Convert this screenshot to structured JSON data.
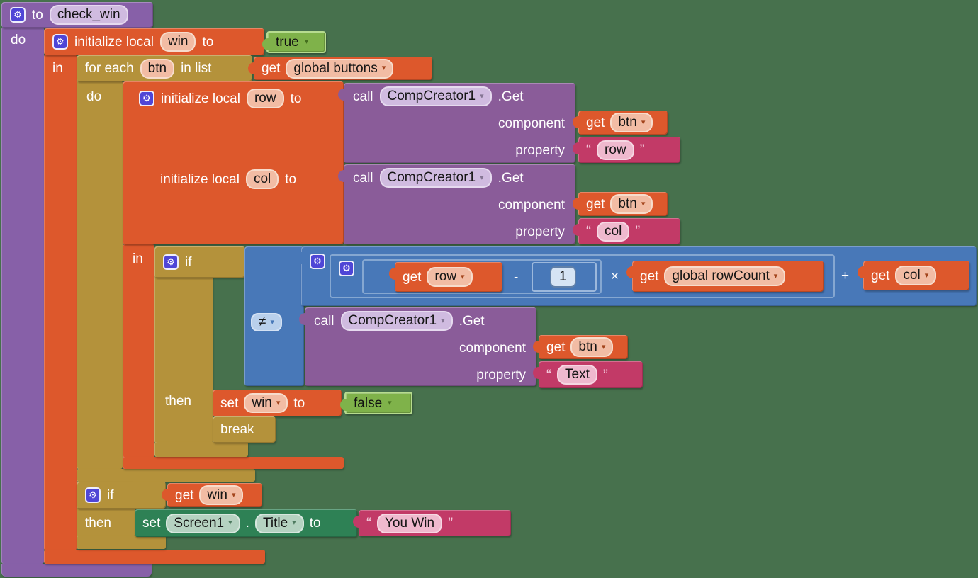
{
  "workspace": {
    "background": "#47714D"
  },
  "palette": {
    "orange": "#DD582C",
    "olive_control": "#B4923B",
    "procedure_purple": "#8760A8",
    "component_call_purple": "#8A5C99",
    "math_blue": "#4878B8",
    "component_set_green": "#2E8155",
    "logic_green": "#7FB24A",
    "text_magenta": "#C23A67",
    "gear_icon_blue": "#4F46D6"
  },
  "procedure": {
    "to": "to",
    "name": "check_win",
    "do": "do"
  },
  "init_win": {
    "label": "initialize local",
    "var": "win",
    "to": "to",
    "in": "in",
    "value": "true"
  },
  "foreach": {
    "for_each": "for each",
    "var": "btn",
    "in_list": "in list",
    "do": "do",
    "get": "get",
    "list_var": "global buttons"
  },
  "init_rowcol": {
    "label1": "initialize local",
    "var1": "row",
    "to1": "to",
    "label2": "initialize local",
    "var2": "col",
    "to2": "to",
    "in": "in",
    "call_row": {
      "call": "call",
      "component": "CompCreator1",
      "method": ".Get",
      "arg1": "component",
      "arg2": "property",
      "get": "get",
      "get_var": "btn",
      "open_quote": "“",
      "text": "row",
      "close_quote": "”"
    },
    "call_col": {
      "call": "call",
      "component": "CompCreator1",
      "method": ".Get",
      "arg1": "component",
      "arg2": "property",
      "get": "get",
      "get_var": "btn",
      "open_quote": "“",
      "text": "col",
      "close_quote": "”"
    }
  },
  "if1": {
    "if": "if",
    "then": "then",
    "op": "≠",
    "math": {
      "get1": "get",
      "var1": "row",
      "minus": "-",
      "number": "1",
      "times": "×",
      "get2": "get",
      "var2": "global rowCount",
      "plus": "+",
      "get3": "get",
      "var3": "col"
    },
    "call_text": {
      "call": "call",
      "component": "CompCreator1",
      "method": ".Get",
      "arg1": "component",
      "arg2": "property",
      "get": "get",
      "get_var": "btn",
      "open_quote": "“",
      "text": "Text",
      "close_quote": "”"
    },
    "set_win": {
      "set": "set",
      "var": "win",
      "to": "to",
      "value": "false"
    },
    "break": "break"
  },
  "if2": {
    "if": "if",
    "then": "then",
    "cond": {
      "get": "get",
      "var": "win"
    },
    "set_title": {
      "set": "set",
      "component": "Screen1",
      "dot": ".",
      "property": "Title",
      "to": "to",
      "open_quote": "“",
      "text": "You Win",
      "close_quote": "”"
    }
  }
}
